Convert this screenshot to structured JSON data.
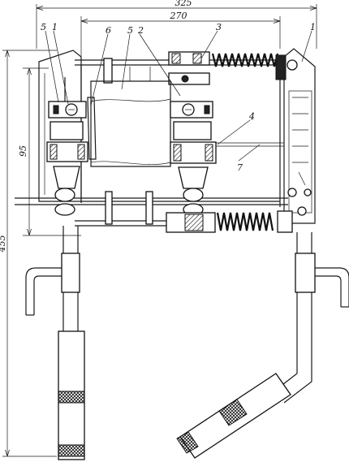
{
  "dimensions": {
    "overall_width": "325",
    "inner_width": "270",
    "overall_height": "455",
    "height_95": "95"
  },
  "callouts": {
    "c5_left": "5",
    "c1_left": "1",
    "c6": "6",
    "c5_center": "5",
    "c2": "2",
    "c3": "3",
    "c1_right": "1",
    "c4": "4",
    "c7": "7"
  }
}
